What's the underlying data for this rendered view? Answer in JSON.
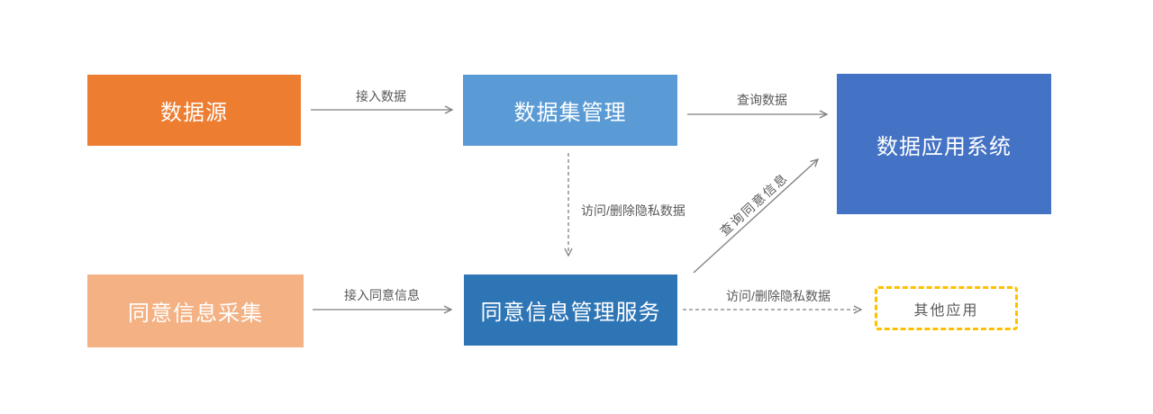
{
  "diagram": {
    "nodes": {
      "data_source": {
        "label": "数据源",
        "color": "#ED7D31",
        "text_color": "#FFFFFF"
      },
      "dataset_management": {
        "label": "数据集管理",
        "color": "#5B9BD5",
        "text_color": "#FFFFFF"
      },
      "data_application_system": {
        "label": "数据应用系统",
        "color": "#4472C4",
        "text_color": "#FFFFFF"
      },
      "consent_collection": {
        "label": "同意信息采集",
        "color": "#F4B183",
        "text_color": "#FFFFFF"
      },
      "consent_management_service": {
        "label": "同意信息管理服务",
        "color": "#2E75B6",
        "text_color": "#FFFFFF"
      },
      "other_applications": {
        "label": "其他应用",
        "color": "#FFFFFF",
        "border_color": "#FFC000",
        "text_color": "#595959"
      }
    },
    "edges": {
      "access_data": {
        "label": "接入数据",
        "from": "data_source",
        "to": "dataset_management",
        "style": "solid"
      },
      "query_data": {
        "label": "查询数据",
        "from": "dataset_management",
        "to": "data_application_system",
        "style": "solid"
      },
      "access_delete_private_data_top": {
        "label": "访问/删除隐私数据",
        "from": "dataset_management",
        "to": "consent_management_service",
        "style": "dashed"
      },
      "query_consent_info": {
        "label": "查询同意信息",
        "from": "consent_management_service",
        "to": "data_application_system",
        "style": "solid"
      },
      "access_consent_info": {
        "label": "接入同意信息",
        "from": "consent_collection",
        "to": "consent_management_service",
        "style": "solid"
      },
      "access_delete_private_data_bottom": {
        "label": "访问/删除隐私数据",
        "from": "consent_management_service",
        "to": "other_applications",
        "style": "dashed"
      }
    },
    "colors": {
      "arrow": "#7F7F7F",
      "edge_label_text": "#595959",
      "background": "#FFFFFF"
    }
  }
}
